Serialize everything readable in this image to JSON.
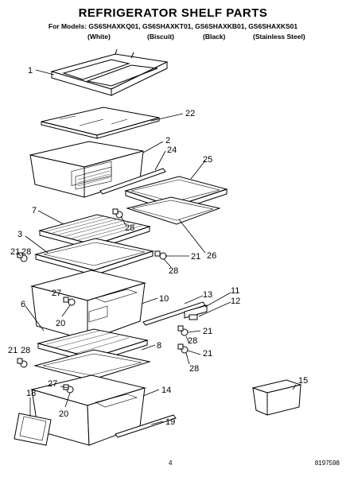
{
  "title": "REFRIGERATOR SHELF PARTS",
  "models_line": "For Models: GS6SHAXKQ01, GS6SHAXKT01, GS6SHAXKB01, GS6SHAXKS01",
  "finishes": [
    "(White)",
    "(Biscuit)",
    "(Black)",
    "(Stainless Steel)"
  ],
  "callouts": {
    "c1": "1",
    "c22": "22",
    "c2": "2",
    "c24": "24",
    "c25": "25",
    "c7": "7",
    "c28a": "28",
    "c3": "3",
    "c21a": "21",
    "c28b": "28",
    "c21b": "21",
    "c28c": "28",
    "c26": "26",
    "c27a": "27",
    "c10": "10",
    "c13": "13",
    "c11": "11",
    "c12": "12",
    "c20a": "20",
    "c6": "6",
    "c21c": "21",
    "c28d": "28",
    "c8": "8",
    "c21d": "21",
    "c28e": "28",
    "c21e": "21",
    "c28f": "28",
    "c15": "15",
    "c14": "14",
    "c18": "18",
    "c27b": "27",
    "c20b": "20",
    "c19": "19"
  },
  "page_number": "4",
  "document_number": "8197598"
}
